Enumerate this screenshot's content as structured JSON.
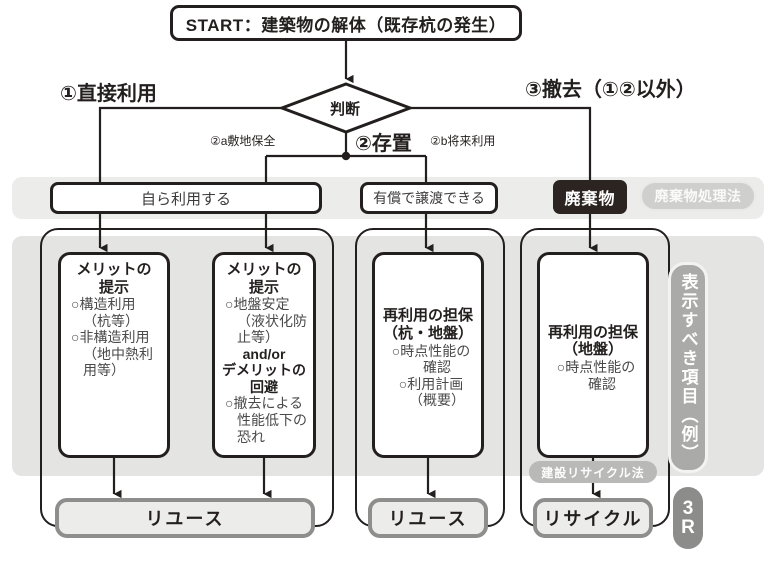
{
  "diagram": {
    "start": {
      "label": "START：建築物の解体（既存杭の発生）"
    },
    "decision": {
      "label": "判断"
    },
    "branches": {
      "b1": "①直接利用",
      "b2": "②存置",
      "b3": "③撤去（①②以外）",
      "b2a": "②a敷地保全",
      "b2b": "②b将来利用"
    },
    "options": {
      "self_use": "自ら利用する",
      "paid_transfer": "有償で譲渡できる",
      "waste": "廃棄物",
      "waste_law_badge": "廃棄物処理法"
    },
    "cards": [
      {
        "id": "merit-structural",
        "heading1": "メリットの",
        "heading2": "提示",
        "lines": [
          {
            "text": "○構造利用",
            "indent": false,
            "bold": false
          },
          {
            "text": "（杭等）",
            "indent": true,
            "bold": false
          },
          {
            "text": "○非構造利用",
            "indent": false,
            "bold": false
          },
          {
            "text": "（地中熱利",
            "indent": true,
            "bold": false
          },
          {
            "text": "用等）",
            "indent": true,
            "bold": false
          }
        ]
      },
      {
        "id": "merit-ground",
        "heading1": "メリットの",
        "heading2": "提示",
        "lines": [
          {
            "text": "○地盤安定",
            "indent": false,
            "bold": false
          },
          {
            "text": "（液状化防",
            "indent": true,
            "bold": false
          },
          {
            "text": "止等）",
            "indent": true,
            "bold": false
          },
          {
            "text": "and/or",
            "indent": false,
            "bold": true
          },
          {
            "text": "デメリットの",
            "indent": false,
            "bold": true
          },
          {
            "text": "回避",
            "indent": false,
            "bold": true
          },
          {
            "text": "○撤去による",
            "indent": false,
            "bold": false
          },
          {
            "text": "性能低下の",
            "indent": true,
            "bold": false
          },
          {
            "text": "恐れ",
            "indent": true,
            "bold": false
          }
        ]
      },
      {
        "id": "reuse-guarantee-pile-ground",
        "heading1": "再利用の担保",
        "heading2": "（杭・地盤）",
        "lines": [
          {
            "text": "○時点性能の",
            "indent": false,
            "bold": false
          },
          {
            "text": "確認",
            "indent": true,
            "bold": false
          },
          {
            "text": "○利用計画",
            "indent": false,
            "bold": false
          },
          {
            "text": "（概要）",
            "indent": true,
            "bold": false
          }
        ]
      },
      {
        "id": "reuse-guarantee-ground",
        "heading1": "再利用の担保",
        "heading2": "（地盤）",
        "lines": [
          {
            "text": "○時点性能の",
            "indent": false,
            "bold": false
          },
          {
            "text": "確認",
            "indent": true,
            "bold": false
          }
        ]
      }
    ],
    "recycle_law_badge": "建設リサイクル法",
    "results": {
      "reuse_left": "リユース",
      "reuse_mid": "リユース",
      "recycle": "リサイクル"
    },
    "side": {
      "vertical_label": "表示すべき項目（例）",
      "r3_top": "3",
      "r3_bottom": "R"
    }
  }
}
